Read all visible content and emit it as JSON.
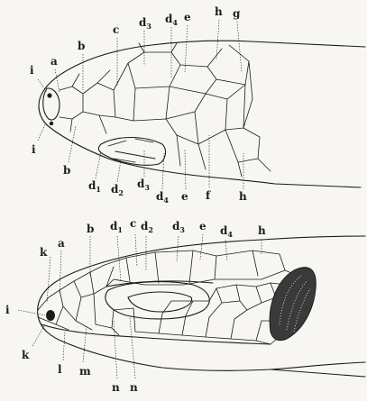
{
  "top_view": {
    "labels": {
      "i_upper": "i",
      "a": "a",
      "b_upper": "b",
      "c": "c",
      "d3": "d",
      "d3_sub": "3",
      "d4": "d",
      "d4_sub": "4",
      "e": "e",
      "h": "h",
      "g": "g",
      "i_lower": "i",
      "b_lower": "b",
      "d1": "d",
      "d1_sub": "1",
      "d2": "d",
      "d2_sub": "2",
      "d3b": "d",
      "d3b_sub": "3",
      "d4b": "d",
      "d4b_sub": "4",
      "e_lower": "e",
      "f": "f",
      "h_lower": "h"
    }
  },
  "side_view": {
    "labels": {
      "k_upper": "k",
      "a": "a",
      "b": "b",
      "d1": "d",
      "d1_sub": "1",
      "c": "c",
      "d2": "d",
      "d2_sub": "2",
      "d3": "d",
      "d3_sub": "3",
      "e": "e",
      "d4": "d",
      "d4_sub": "4",
      "h": "h",
      "i": "i",
      "k_lower": "k",
      "l": "l",
      "m": "m",
      "n1": "n",
      "n2": "n"
    }
  }
}
